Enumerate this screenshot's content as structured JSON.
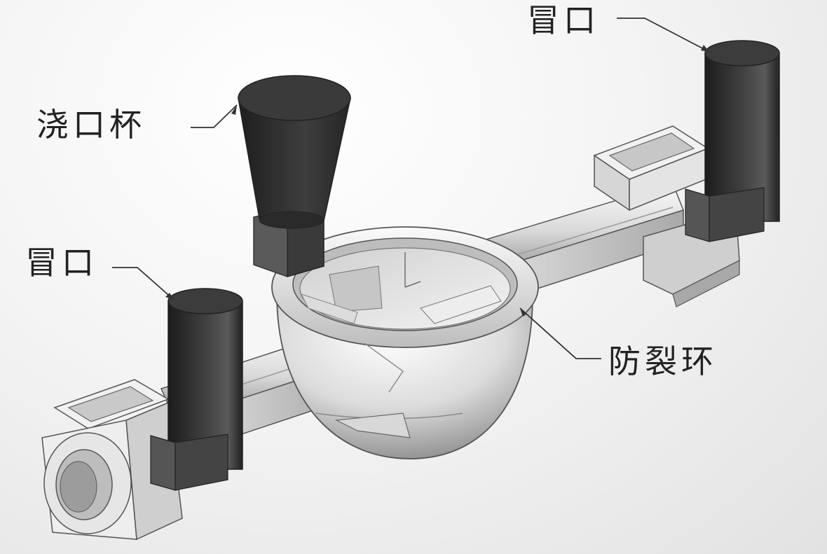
{
  "labels": {
    "riser_top": "冒口",
    "sprue_cup": "浇口杯",
    "riser_left": "冒口",
    "anti_crack_ring": "防裂环"
  },
  "colors": {
    "riser": "#2b2b2b",
    "sprue_cup": "#2f2f2f",
    "casting_light": "#f2f2f2",
    "casting_mid": "#c8c8c8",
    "casting_dark": "#7a7a7a",
    "leader_line": "#333333"
  }
}
